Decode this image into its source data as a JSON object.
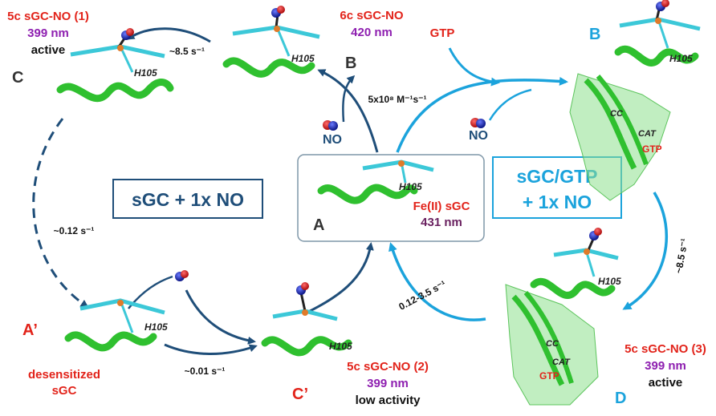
{
  "colors": {
    "red": "#e2231a",
    "purple": "#8e1fb0",
    "dark_purple": "#6a2160",
    "blue": "#1f4e79",
    "cyan": "#1ba3dc",
    "dark_gray": "#333333",
    "green": "#2fc02f",
    "teal": "#3cc8d8",
    "box_border": "#7f97a8"
  },
  "states": {
    "C": {
      "letter": "C",
      "title": "5c sGC-NO (1)",
      "wavelength": "399 nm",
      "activity": "active",
      "residue": "H105"
    },
    "B_left": {
      "letter": "B",
      "title": "6c sGC-NO",
      "wavelength": "420 nm",
      "residue": "H105"
    },
    "A": {
      "letter": "A",
      "title": "Fe(II) sGC",
      "wavelength": "431 nm",
      "residue": "H105"
    },
    "B_right": {
      "letter": "B",
      "residue": "H105",
      "domain_cc": "CC",
      "domain_cat": "CAT",
      "ligand": "GTP"
    },
    "A_prime": {
      "letter": "A’",
      "title_line1": "desensitized",
      "title_line2": "sGC",
      "residue": "H105"
    },
    "C_prime": {
      "letter": "C’",
      "title": "5c sGC-NO (2)",
      "wavelength": "399 nm",
      "activity": "low activity",
      "residue": "H105"
    },
    "D": {
      "letter": "D",
      "title": "5c sGC-NO (3)",
      "wavelength": "399 nm",
      "activity": "active",
      "residue": "H105",
      "domain_cc": "CC",
      "domain_cat": "CAT",
      "ligand": "GTP"
    }
  },
  "rates": {
    "b_to_c": "~8.5 s⁻¹",
    "a_to_b": "5x10⁸ M⁻¹s⁻¹",
    "c_to_aprime": "~0.12 s⁻¹",
    "aprime_to_cprime": "~0.01 s⁻¹",
    "d_to_a": "0.12-3.5 s⁻¹",
    "b_to_d": "~8.5 s⁻¹"
  },
  "reagents": {
    "gtp": "GTP",
    "no_left": "NO",
    "no_right": "NO"
  },
  "boxes": {
    "left": "sGC + 1x NO",
    "right_line1": "sGC/GTP",
    "right_line2": "+ 1x NO"
  }
}
